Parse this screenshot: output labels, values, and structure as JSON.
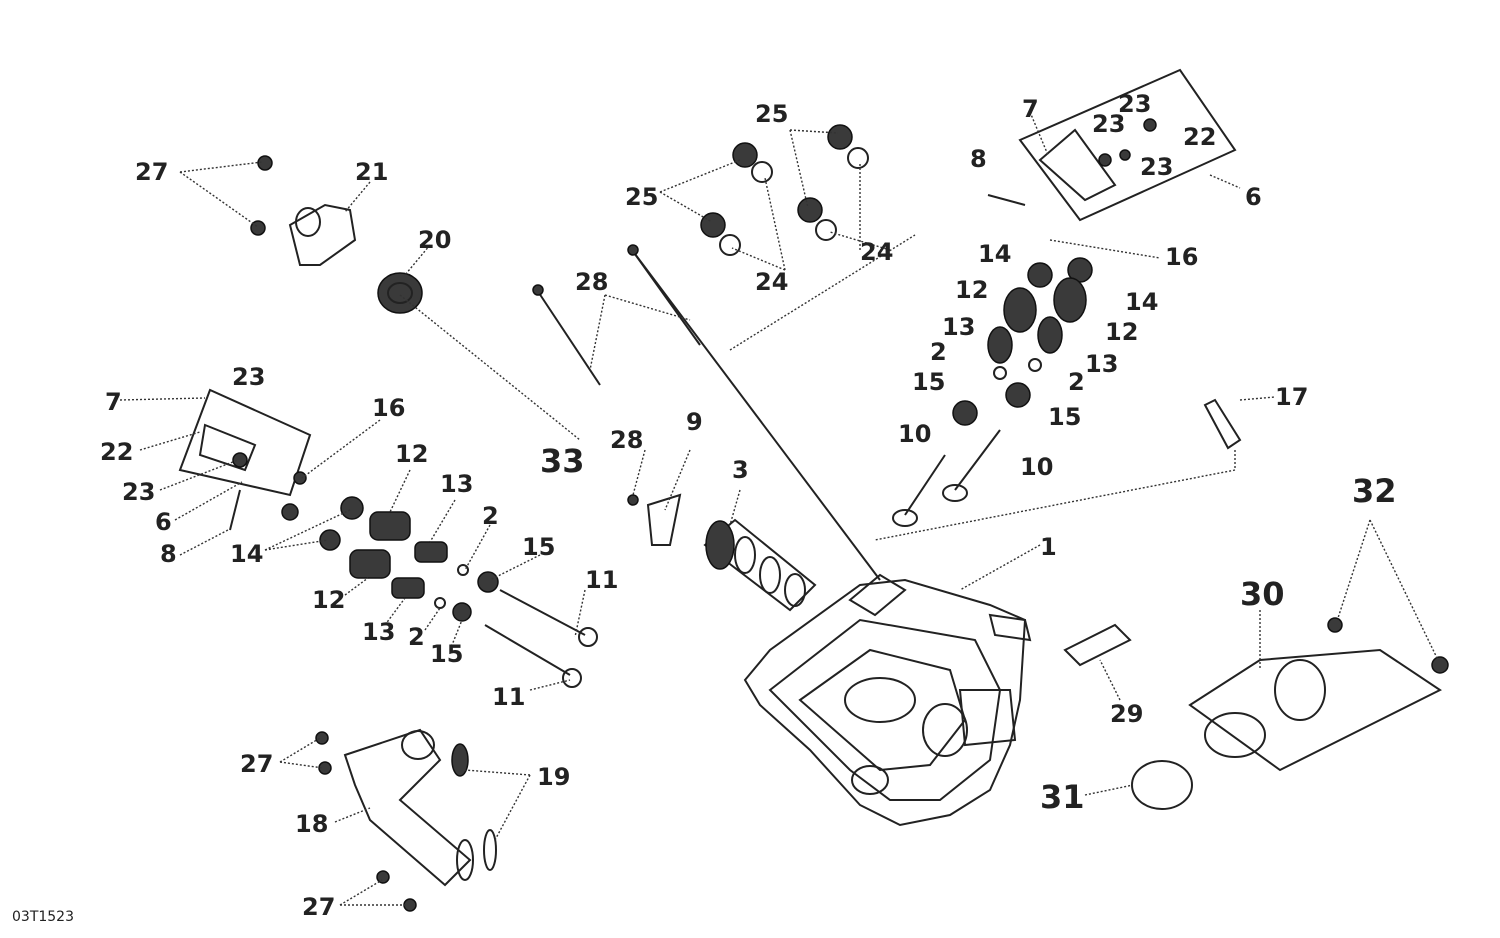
{
  "figure_id": "03T1523",
  "callouts": {
    "c27_top": "27",
    "c21": "21",
    "c20": "20",
    "c25_a": "25",
    "c25_b": "25",
    "c24_a": "24",
    "c24_b": "24",
    "c28_top": "28",
    "c7_right": "7",
    "c23_r1": "23",
    "c23_r2": "23",
    "c22_right": "22",
    "c23_r3": "23",
    "c8_right": "8",
    "c6_right": "6",
    "c16_right": "16",
    "c14_r1": "14",
    "c14_r2": "14",
    "c12_r1": "12",
    "c12_r2": "12",
    "c13_r1": "13",
    "c13_r2": "13",
    "c2_r1": "2",
    "c2_r2": "2",
    "c15_r1": "15",
    "c15_r2": "15",
    "c17": "17",
    "c10_r1": "10",
    "c10_r2": "10",
    "c32": "32",
    "c30": "30",
    "c29": "29",
    "c31": "31",
    "c1": "1",
    "c3": "3",
    "c9": "9",
    "c28_mid": "28",
    "c33": "33",
    "c7_left": "7",
    "c23_left1": "23",
    "c22_left": "22",
    "c23_left2": "23",
    "c6_left": "6",
    "c8_left": "8",
    "c16_left": "16",
    "c12_l1": "12",
    "c13_l1": "13",
    "c2_l1": "2",
    "c14_left": "14",
    "c15_l1": "15",
    "c12_l2": "12",
    "c13_l2": "13",
    "c2_l2": "2",
    "c15_l2": "15",
    "c11_a": "11",
    "c11_b": "11",
    "c27_bot1": "27",
    "c18": "18",
    "c19": "19",
    "c27_bot2": "27"
  }
}
